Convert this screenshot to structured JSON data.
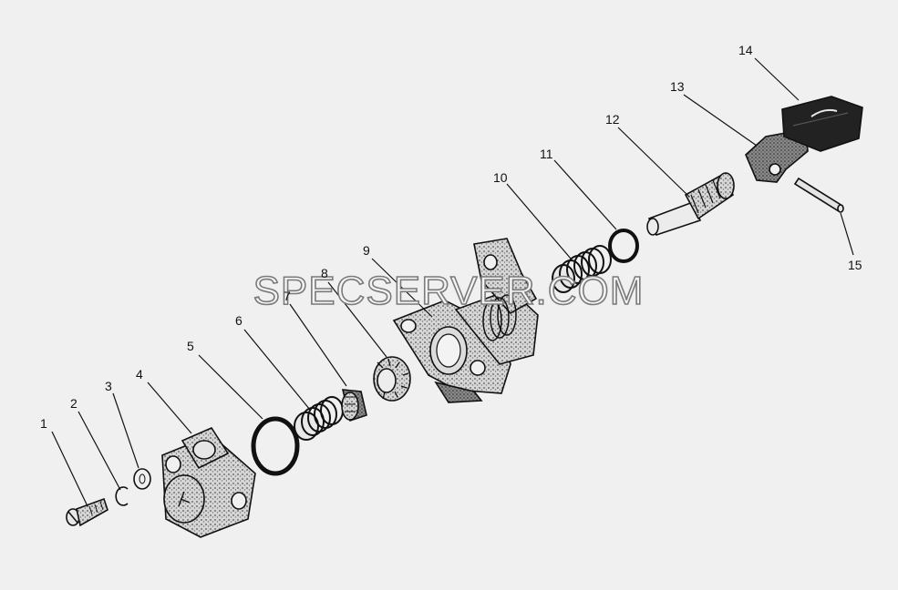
{
  "watermark": "SPECSERVER.COM",
  "labels": {
    "p1": "1",
    "p2": "2",
    "p3": "3",
    "p4": "4",
    "p5": "5",
    "p6": "6",
    "p7": "7",
    "p8": "8",
    "p9": "9",
    "p10": "10",
    "p11": "11",
    "p12": "12",
    "p13": "13",
    "p14": "14",
    "p15": "15"
  },
  "colors": {
    "background": "#f0f0f0",
    "ink": "#111111",
    "stipple": "#9a9a9a"
  }
}
